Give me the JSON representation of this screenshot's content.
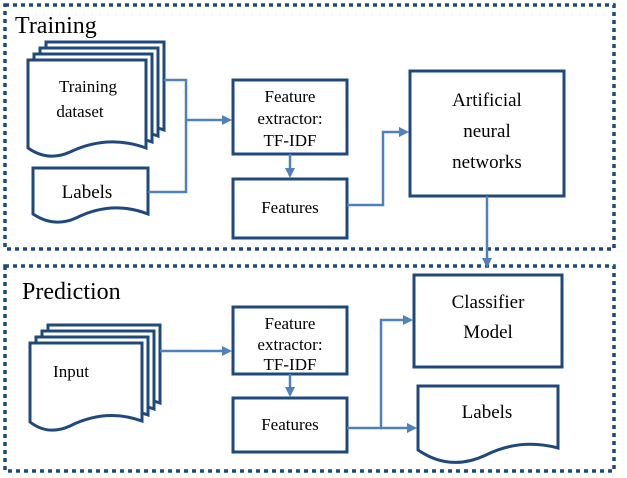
{
  "colors": {
    "stroke": "#1F497D",
    "arrow": "#4F81BD",
    "background": "#FFFFFF",
    "text": "#000000"
  },
  "training": {
    "title": "Training",
    "dataset_line1": "Training",
    "dataset_line2": "dataset",
    "labels": "Labels",
    "extractor_line1": "Feature",
    "extractor_line2": "extractor:",
    "extractor_line3": "TF-IDF",
    "features": "Features",
    "ann_line1": "Artificial",
    "ann_line2": "neural",
    "ann_line3": "networks"
  },
  "prediction": {
    "title": "Prediction",
    "input": "Input",
    "extractor_line1": "Feature",
    "extractor_line2": "extractor:",
    "extractor_line3": "TF-IDF",
    "features": "Features",
    "classifier_line1": "Classifier",
    "classifier_line2": "Model",
    "labels": "Labels"
  }
}
